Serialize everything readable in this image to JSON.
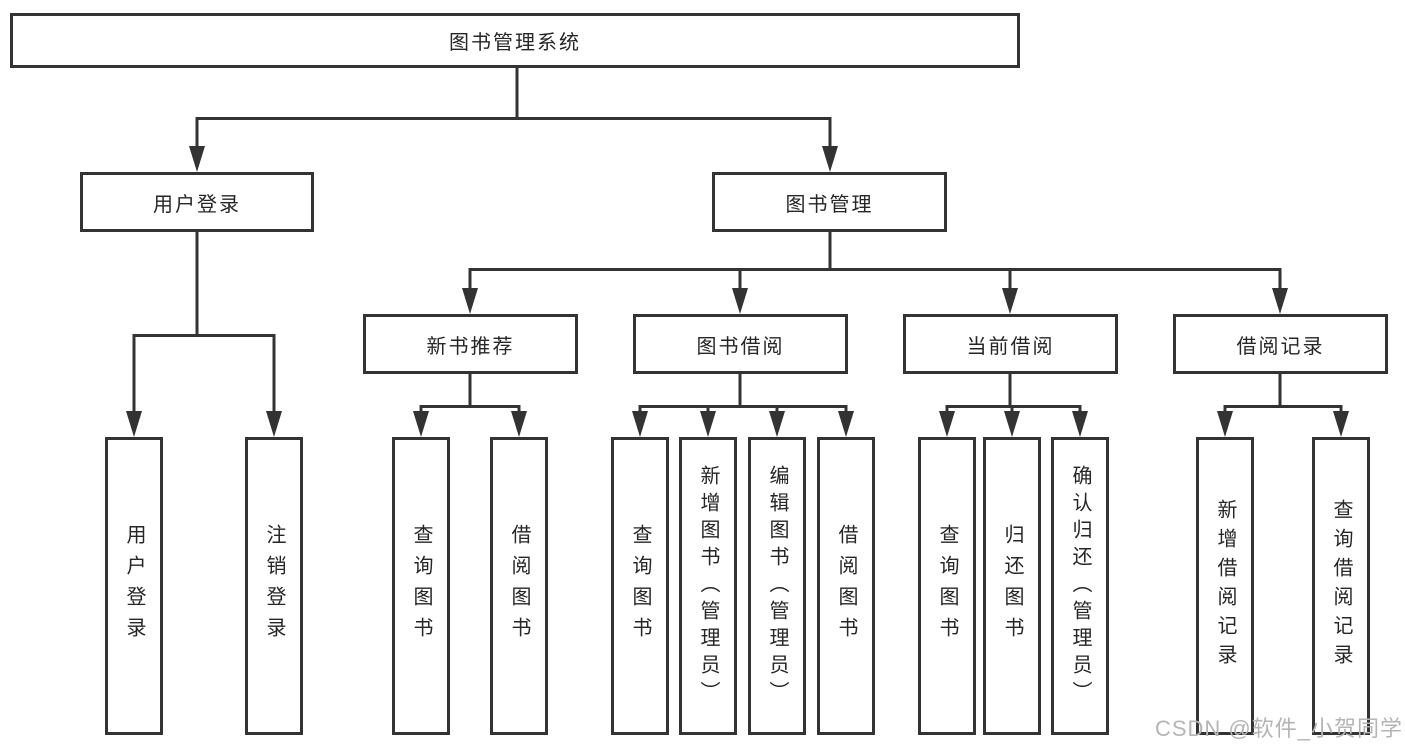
{
  "root": {
    "label": "图书管理系统"
  },
  "login": {
    "label": "用户登录",
    "leaves": [
      {
        "label": "用户登录"
      },
      {
        "label": "注销登录"
      }
    ]
  },
  "management": {
    "label": "图书管理"
  },
  "groups": [
    {
      "label": "新书推荐",
      "leaves": [
        {
          "label": "查询图书"
        },
        {
          "label": "借阅图书"
        }
      ]
    },
    {
      "label": "图书借阅",
      "leaves": [
        {
          "label": "查询图书"
        },
        {
          "label": "新增图书（管理员）"
        },
        {
          "label": "编辑图书（管理员）"
        },
        {
          "label": "借阅图书"
        }
      ]
    },
    {
      "label": "当前借阅",
      "leaves": [
        {
          "label": "查询图书"
        },
        {
          "label": "归还图书"
        },
        {
          "label": "确认归还（管理员）"
        }
      ]
    },
    {
      "label": "借阅记录",
      "leaves": [
        {
          "label": "新增借阅记录"
        },
        {
          "label": "查询借阅记录"
        }
      ]
    }
  ],
  "watermark": {
    "text": "CSDN @软件_小贺同学"
  },
  "colors": {
    "line": "#333333",
    "border": "#333333",
    "text": "#262626",
    "watermark": "#b5b5b5",
    "background": "#ffffff"
  }
}
